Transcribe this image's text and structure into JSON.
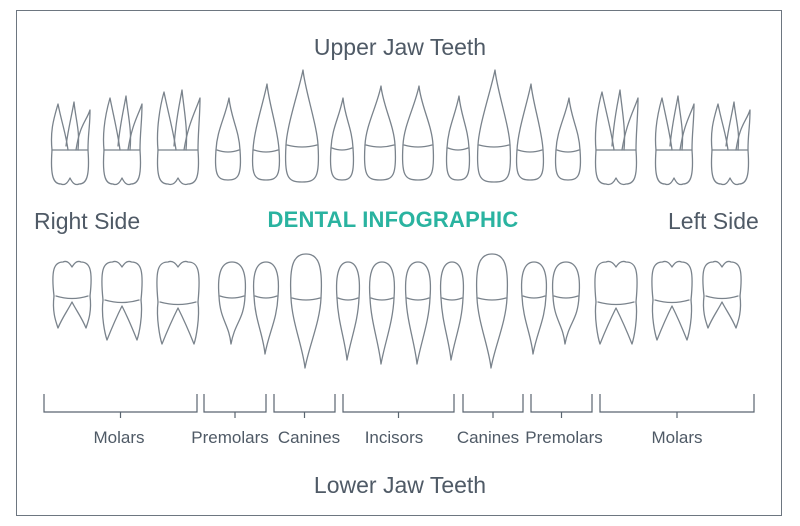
{
  "upper_title": "Upper Jaw Teeth",
  "lower_title": "Lower Jaw Teeth",
  "right_side": "Right Side",
  "left_side": "Left Side",
  "center_title": "DENTAL INFOGRAPHIC",
  "groups": [
    {
      "label": "Molars"
    },
    {
      "label": "Premolars"
    },
    {
      "label": "Canines"
    },
    {
      "label": "Incisors"
    },
    {
      "label": "Canines"
    },
    {
      "label": "Premolars"
    },
    {
      "label": "Molars"
    }
  ],
  "colors": {
    "line": "#7a838c",
    "accent": "#2ab3a0",
    "text": "#4f5a66"
  },
  "upper_teeth": [
    "molar",
    "molar",
    "molar",
    "premolar",
    "premolar",
    "canine",
    "incisor",
    "incisor",
    "incisor",
    "incisor",
    "canine",
    "premolar",
    "premolar",
    "molar",
    "molar",
    "molar"
  ],
  "lower_teeth": [
    "molar",
    "molar",
    "molar",
    "premolar",
    "premolar",
    "canine",
    "incisor",
    "incisor",
    "incisor",
    "incisor",
    "canine",
    "premolar",
    "premolar",
    "molar",
    "molar",
    "molar"
  ]
}
